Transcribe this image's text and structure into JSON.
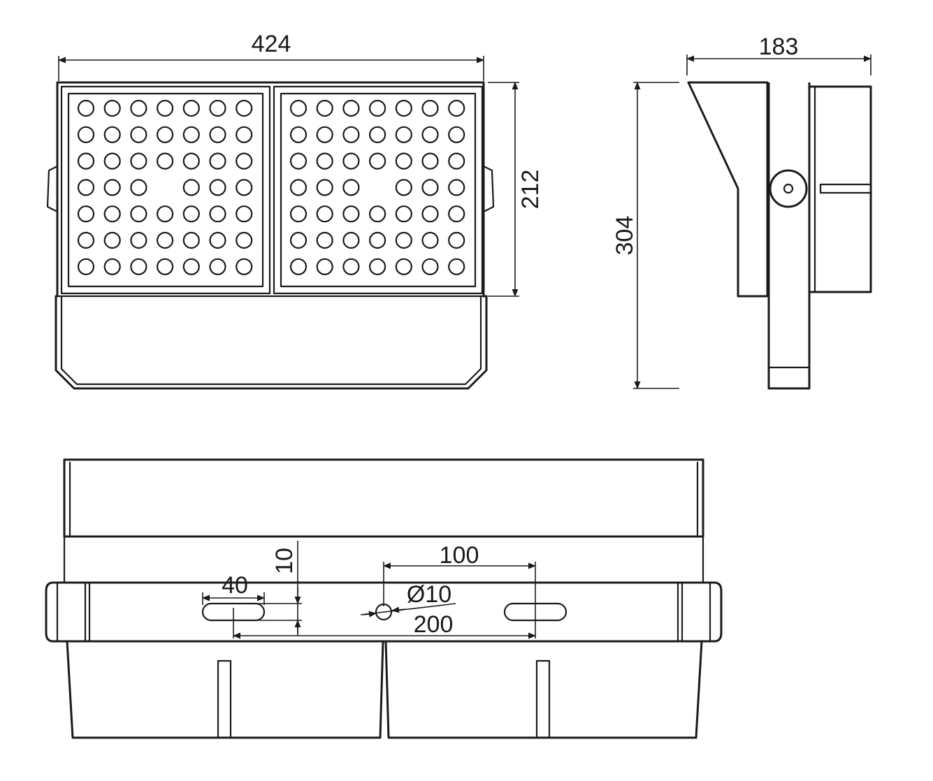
{
  "colors": {
    "line": "#1a1a1a",
    "background": "#ffffff"
  },
  "front_view": {
    "width_label": "424",
    "optic_height_label": "212",
    "led_grid": {
      "columns": 7,
      "rows": 7,
      "modules": 2,
      "missing_led": {
        "row": 4,
        "column": 4
      }
    }
  },
  "side_view": {
    "depth_label": "183",
    "height_label": "304"
  },
  "bottom_view": {
    "slot_length_label": "40",
    "slot_offset_label": "10",
    "spacing_label": "100",
    "hole_label": "Ø10",
    "slot_spacing_label": "200"
  }
}
